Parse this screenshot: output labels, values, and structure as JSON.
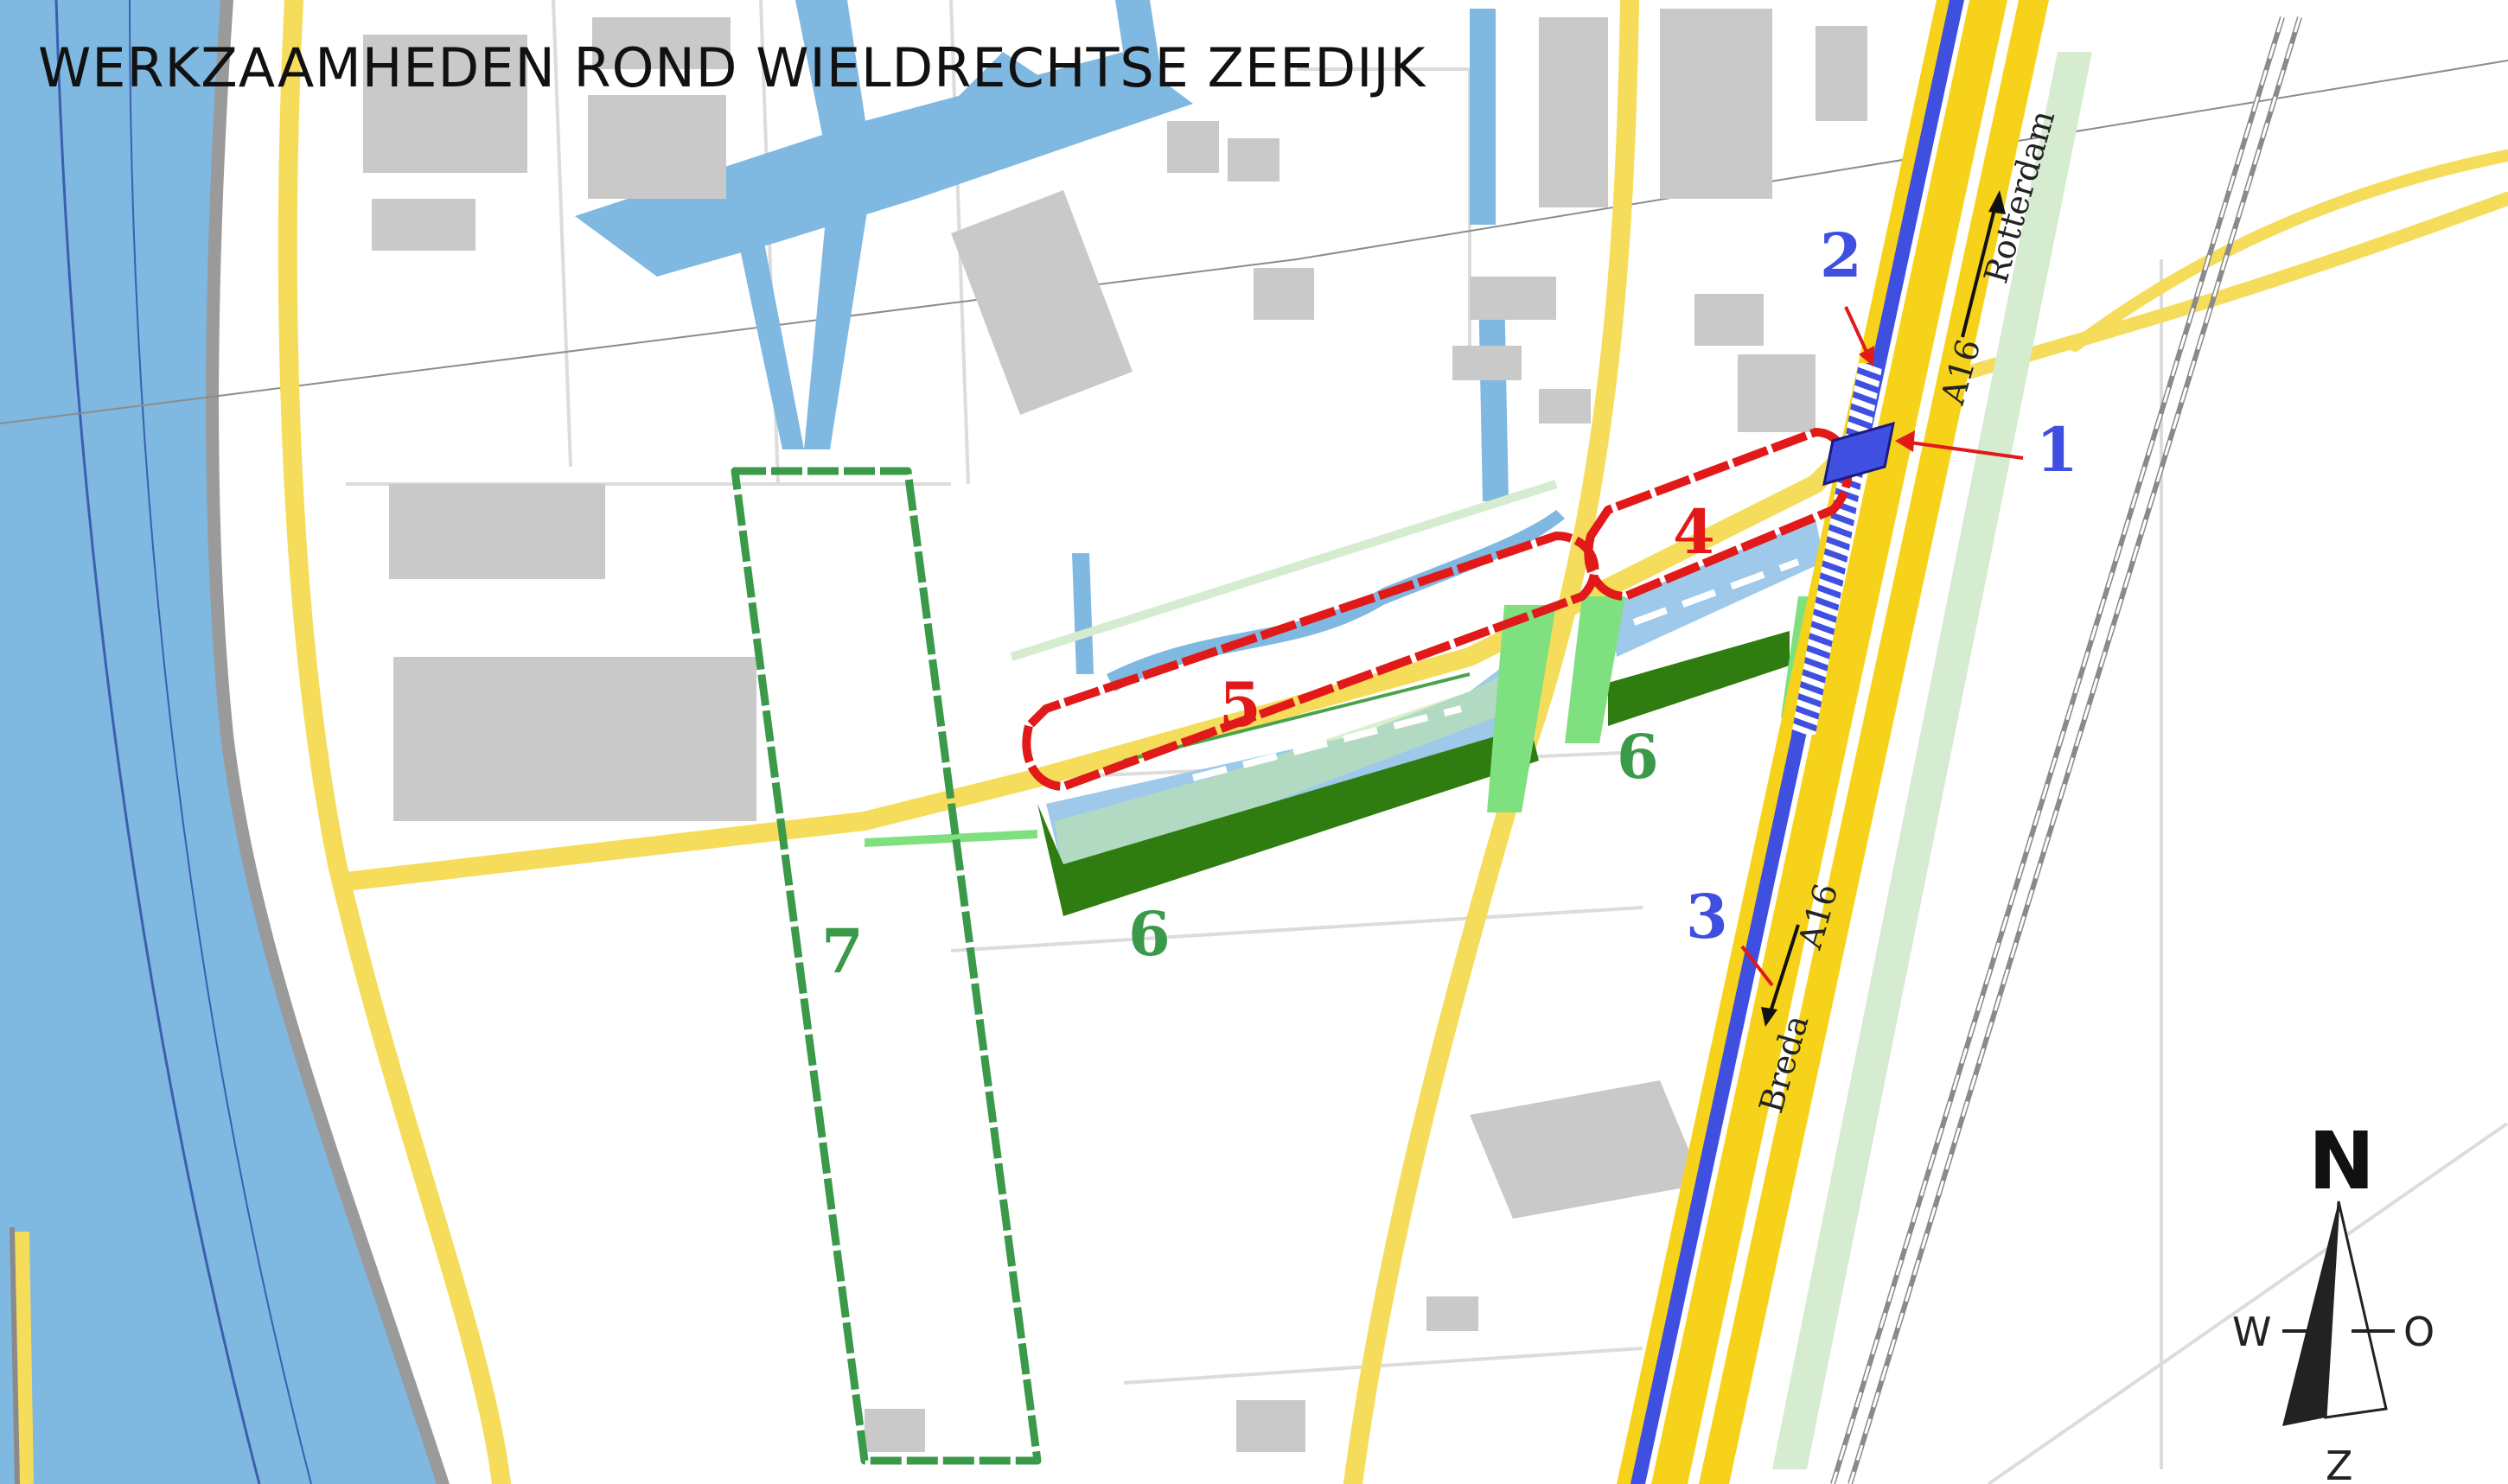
{
  "title": "WERKZAAMHEDEN ROND WIELDRECHTSE ZEEDIJK",
  "colors": {
    "water": "#7fb8e0",
    "building": "#c9c9c9",
    "road_yellow": "#f5dc5a",
    "highway_yellow": "#f6d21a",
    "highway_blue": "#3f4fe0",
    "red_zone": "#e11919",
    "green_zone": "#3b9a4a",
    "green_fill": "#7fe07f",
    "dark_green": "#2f7d10",
    "marker_blue": "#3f4fe0"
  },
  "markers": [
    {
      "id": "1",
      "label": "1",
      "color": "#3f4fe0"
    },
    {
      "id": "2",
      "label": "2",
      "color": "#3f4fe0"
    },
    {
      "id": "3",
      "label": "3",
      "color": "#3f4fe0"
    },
    {
      "id": "4",
      "label": "4",
      "color": "#e11919"
    },
    {
      "id": "5",
      "label": "5",
      "color": "#e11919"
    },
    {
      "id": "6a",
      "label": "6",
      "color": "#3b9a4a"
    },
    {
      "id": "6b",
      "label": "6",
      "color": "#3b9a4a"
    },
    {
      "id": "7",
      "label": "7",
      "color": "#3b9a4a"
    }
  ],
  "road_labels": {
    "a16_north": "A16",
    "a16_south": "A16",
    "rotterdam": "Rotterdam",
    "breda": "Breda"
  },
  "compass": {
    "n": "N",
    "w": "W",
    "o": "O",
    "z": "Z"
  }
}
